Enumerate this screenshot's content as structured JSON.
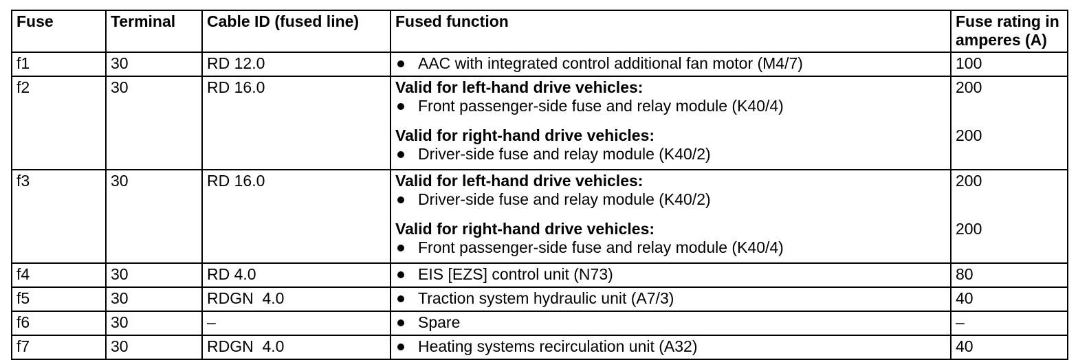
{
  "table": {
    "title": "fuse-allocation-table",
    "colors": {
      "text": "#000000",
      "border": "#000000",
      "background": "#ffffff"
    },
    "headers": [
      "Fuse",
      "Terminal",
      "Cable ID (fused line)",
      "Fused function",
      "Fuse rating in amperes (A)"
    ],
    "bullet_icon": "filled-circle",
    "rows": [
      {
        "fuse": "f1",
        "terminal": "30",
        "cable_id": "RD 12.0",
        "blocks": [
          {
            "heading": "",
            "items": [
              "AAC with integrated control additional fan motor (M4/7)"
            ],
            "rating": "100"
          }
        ]
      },
      {
        "fuse": "f2",
        "terminal": "30",
        "cable_id": "RD 16.0",
        "blocks": [
          {
            "heading": "Valid for left-hand drive vehicles:",
            "items": [
              "Front passenger-side fuse and relay module (K40/4)"
            ],
            "rating": "200"
          },
          {
            "heading": "Valid for right-hand drive vehicles:",
            "items": [
              "Driver-side fuse and relay module (K40/2)"
            ],
            "rating": "200"
          }
        ]
      },
      {
        "fuse": "f3",
        "terminal": "30",
        "cable_id": "RD 16.0",
        "blocks": [
          {
            "heading": "Valid for left-hand drive vehicles:",
            "items": [
              "Driver-side fuse and relay module (K40/2)"
            ],
            "rating": "200"
          },
          {
            "heading": "Valid for right-hand drive vehicles:",
            "items": [
              "Front passenger-side fuse and relay module (K40/4)"
            ],
            "rating": "200"
          }
        ]
      },
      {
        "fuse": "f4",
        "terminal": "30",
        "cable_id": "RD 4.0",
        "blocks": [
          {
            "heading": "",
            "items": [
              "EIS [EZS] control unit (N73)"
            ],
            "rating": "80"
          }
        ]
      },
      {
        "fuse": "f5",
        "terminal": "30",
        "cable_id": "RDGN  4.0",
        "blocks": [
          {
            "heading": "",
            "items": [
              "Traction system hydraulic unit (A7/3)"
            ],
            "rating": "40"
          }
        ]
      },
      {
        "fuse": "f6",
        "terminal": "30",
        "cable_id": "–",
        "blocks": [
          {
            "heading": "",
            "items": [
              "Spare"
            ],
            "rating": "–"
          }
        ]
      },
      {
        "fuse": "f7",
        "terminal": "30",
        "cable_id": "RDGN  4.0",
        "blocks": [
          {
            "heading": "",
            "items": [
              "Heating systems recirculation unit (A32)"
            ],
            "rating": "40"
          }
        ]
      }
    ]
  }
}
